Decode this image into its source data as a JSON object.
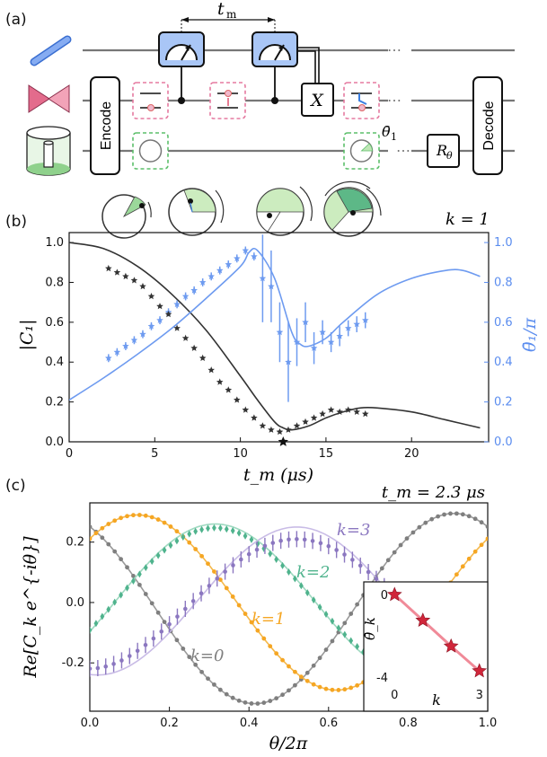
{
  "panel_a": {
    "label": "(a)",
    "tm_label": "t",
    "tm_sub": "m",
    "encode": "Encode",
    "decode": "Decode",
    "x_gate": "X",
    "r_gate": "R",
    "r_sub": "θ",
    "theta1": "θ̄",
    "theta1_sub": "1",
    "dots": "⋯"
  },
  "panel_b": {
    "label": "(b)",
    "k_label": "k = 1",
    "ylabel_left": "|C₁|",
    "ylabel_right": "θ̄₁/π",
    "xlabel": "t_m (μs)"
  },
  "panel_c": {
    "label": "(c)",
    "tm_label": "t_m = 2.3 μs",
    "ylabel": "Re[C_k e^{-iθ}]",
    "xlabel": "θ/2π",
    "k_labels": [
      "k=0",
      "k=1",
      "k=2",
      "k=3"
    ],
    "inset_ylabel": "θ̄_k",
    "inset_xlabel": "k"
  },
  "colors": {
    "k0": "#7f7f7f",
    "k1": "#f5a623",
    "k2": "#4fb38d",
    "k3": "#8b77c0",
    "blue": "#5b8def",
    "dark": "#333333",
    "inset": "#d0263a"
  },
  "chart_data": [
    {
      "type": "line",
      "panel": "b",
      "xlabel": "t_m (μs)",
      "ylabel": "|C₁|",
      "ylabel_right": "θ̄₁/π",
      "xlim": [
        0,
        24.5
      ],
      "ylim": [
        0,
        1.05
      ],
      "ylim_right": [
        0,
        1.05
      ],
      "xticks": [
        0,
        5,
        10,
        15,
        20
      ],
      "yticks": [
        0.0,
        0.2,
        0.4,
        0.6,
        0.8,
        1.0
      ],
      "yticks_right": [
        0.0,
        0.2,
        0.4,
        0.6,
        0.8,
        1.0
      ],
      "series": [
        {
          "name": "|C₁| data",
          "axis": "left",
          "x": [
            2.3,
            2.8,
            3.3,
            3.8,
            4.3,
            4.8,
            5.3,
            5.8,
            6.3,
            6.8,
            7.3,
            7.8,
            8.3,
            8.8,
            9.3,
            9.8,
            10.3,
            10.8,
            11.3,
            11.8,
            12.3,
            12.8,
            13.3,
            13.8,
            14.3,
            14.8,
            15.3,
            15.8,
            16.3,
            16.8,
            17.3
          ],
          "y": [
            0.87,
            0.85,
            0.83,
            0.81,
            0.78,
            0.73,
            0.68,
            0.64,
            0.57,
            0.52,
            0.47,
            0.42,
            0.36,
            0.3,
            0.26,
            0.21,
            0.16,
            0.12,
            0.08,
            0.06,
            0.05,
            0.06,
            0.08,
            0.1,
            0.12,
            0.14,
            0.16,
            0.15,
            0.16,
            0.15,
            0.14
          ]
        },
        {
          "name": "|C₁| fit",
          "axis": "left",
          "x": [
            0,
            2,
            4,
            6,
            8,
            10,
            11,
            12,
            12.5,
            13,
            14,
            15,
            16,
            17,
            18,
            20,
            22,
            24
          ],
          "y": [
            1.0,
            0.97,
            0.88,
            0.74,
            0.56,
            0.33,
            0.21,
            0.1,
            0.07,
            0.06,
            0.08,
            0.12,
            0.15,
            0.17,
            0.17,
            0.15,
            0.11,
            0.07
          ]
        },
        {
          "name": "θ̄₁/π data",
          "axis": "right",
          "x": [
            2.3,
            2.8,
            3.3,
            3.8,
            4.3,
            4.8,
            5.3,
            5.8,
            6.3,
            6.8,
            7.3,
            7.8,
            8.3,
            8.8,
            9.3,
            9.8,
            10.3,
            10.8,
            11.3,
            11.8,
            12.3,
            12.8,
            13.3,
            13.8,
            14.3,
            14.8,
            15.3,
            15.8,
            16.3,
            16.8,
            17.3
          ],
          "y": [
            0.42,
            0.45,
            0.48,
            0.51,
            0.54,
            0.58,
            0.61,
            0.65,
            0.69,
            0.73,
            0.76,
            0.8,
            0.83,
            0.86,
            0.89,
            0.92,
            0.96,
            0.93,
            0.82,
            0.78,
            0.55,
            0.4,
            0.5,
            0.6,
            0.47,
            0.55,
            0.5,
            0.53,
            0.57,
            0.59,
            0.61
          ]
        },
        {
          "name": "θ̄₁/π fit",
          "axis": "right",
          "x": [
            0,
            2,
            4,
            6,
            8,
            10,
            10.5,
            11,
            12,
            13,
            13.5,
            14,
            15,
            16,
            18,
            20,
            22,
            23,
            24
          ],
          "y": [
            0.21,
            0.32,
            0.44,
            0.57,
            0.72,
            0.88,
            0.95,
            0.96,
            0.82,
            0.55,
            0.49,
            0.48,
            0.52,
            0.6,
            0.74,
            0.82,
            0.86,
            0.86,
            0.83
          ]
        }
      ]
    },
    {
      "type": "line",
      "panel": "c",
      "xlabel": "θ/2π",
      "ylabel": "Re[C_k e^{-iθ}]",
      "xlim": [
        0,
        1
      ],
      "ylim": [
        -0.36,
        0.33
      ],
      "xticks": [
        0.0,
        0.2,
        0.4,
        0.6,
        0.8,
        1.0
      ],
      "yticks": [
        -0.2,
        0.0,
        0.2
      ],
      "series": [
        {
          "name": "k=0",
          "amplitude": 0.315,
          "peak_phase": 0.915,
          "offset": -0.02
        },
        {
          "name": "k=1",
          "amplitude": 0.29,
          "peak_phase": 0.12,
          "offset": 0.0
        },
        {
          "name": "k=2",
          "amplitude": 0.255,
          "peak_phase": 0.315,
          "offset": 0.005
        },
        {
          "name": "k=3",
          "amplitude": 0.245,
          "peak_phase": 0.52,
          "offset": 0.005
        }
      ]
    },
    {
      "type": "line",
      "panel": "c-inset",
      "xlabel": "k",
      "ylabel": "θ̄_k",
      "xlim": [
        -0.2,
        3.2
      ],
      "ylim": [
        -4.3,
        0.4
      ],
      "xticks": [
        0,
        3
      ],
      "yticks": [
        -4,
        0
      ],
      "x": [
        0,
        1,
        2,
        3
      ],
      "y": [
        0.0,
        -1.25,
        -2.5,
        -3.7
      ]
    }
  ]
}
